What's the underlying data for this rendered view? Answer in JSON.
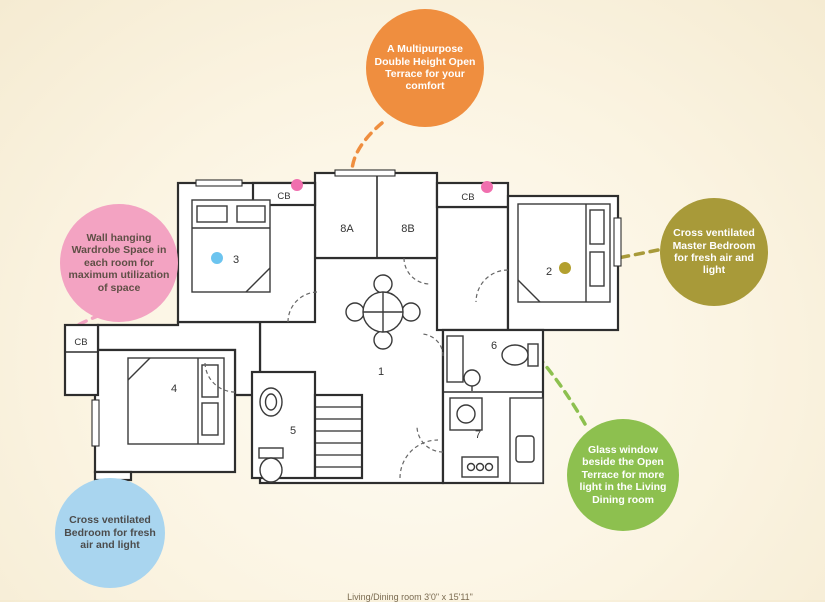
{
  "bubbles": {
    "terrace": {
      "text": "A Multipurpose Double Height Open Terrace for your comfort",
      "bg": "#ef8e3f",
      "fg": "#ffffff"
    },
    "wardrobe": {
      "text": "Wall hanging Wardrobe Space in each room for maximum utilization of space",
      "bg": "#f3a3c2",
      "fg": "#5f4f46"
    },
    "master": {
      "text": "Cross ventilated Master Bedroom for fresh air and light",
      "bg": "#a89a39",
      "fg": "#ffffff"
    },
    "bedroom": {
      "text": "Cross ventilated Bedroom for fresh air and light",
      "bg": "#a9d5ef",
      "fg": "#4c4c4c"
    },
    "glass": {
      "text": "Glass window beside the Open Terrace for more light in the Living Dining room",
      "bg": "#8dc04f",
      "fg": "#ffffff"
    }
  },
  "floorplan": {
    "labels": {
      "r1": "1",
      "r2": "2",
      "r3": "3",
      "r4": "4",
      "r5": "5",
      "r6": "6",
      "r7": "7",
      "r8a": "8A",
      "r8b": "8B",
      "cb": "CB"
    }
  },
  "colors": {
    "pink_dot": "#f06fae",
    "blue_dot": "#6cc4ef",
    "olive_dot": "#b3a02f",
    "wall": "#2e2e2e"
  },
  "caption": "Living/Dining room 3'0\" x 15'11\""
}
